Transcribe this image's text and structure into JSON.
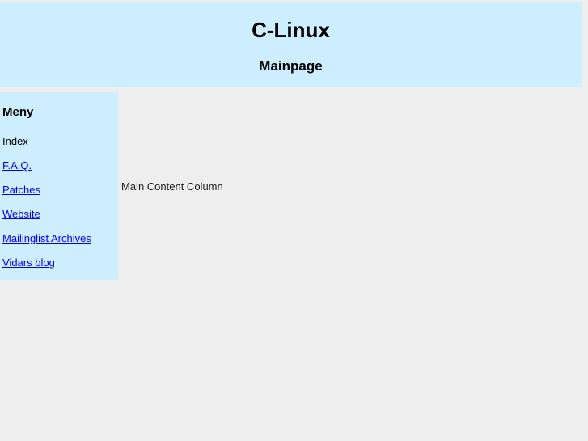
{
  "header": {
    "site_title": "C-Linux",
    "page_subtitle": "Mainpage",
    "background_color": "#cceeff"
  },
  "sidebar": {
    "heading": "Meny",
    "background_color": "#cceeff",
    "link_color": "#0000ee",
    "items": [
      {
        "label": "Index",
        "is_link": false
      },
      {
        "label": "F.A.Q.",
        "is_link": true
      },
      {
        "label": "Patches",
        "is_link": true
      },
      {
        "label": "Website",
        "is_link": true
      },
      {
        "label": "Mailinglist Archives",
        "is_link": true
      },
      {
        "label": "Vidars blog",
        "is_link": true
      }
    ]
  },
  "main": {
    "content_text": "Main Content Column",
    "background_color": "#eeeeee"
  }
}
